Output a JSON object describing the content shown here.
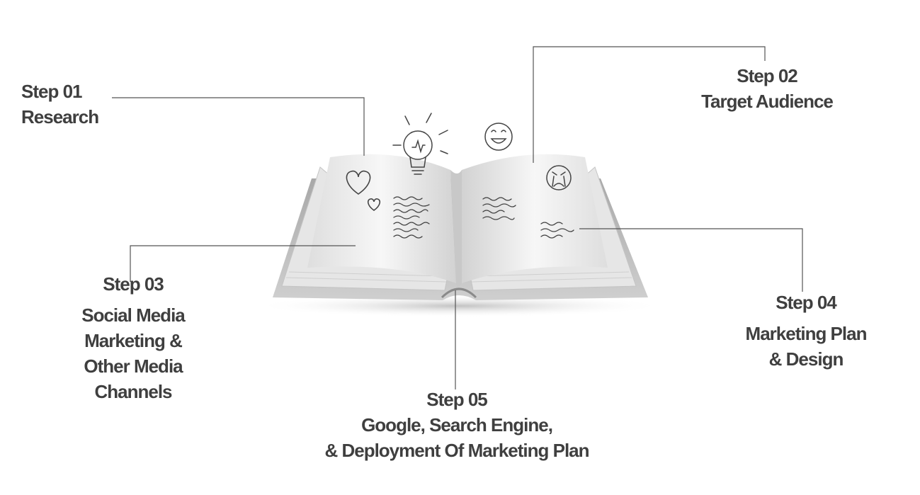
{
  "steps": [
    {
      "title": "Step 01",
      "lines": [
        "Research"
      ]
    },
    {
      "title": "Step 02",
      "lines": [
        "Target Audience"
      ]
    },
    {
      "title": "Step 03",
      "lines": [
        "Social Media",
        "Marketing &",
        "Other Media",
        "Channels"
      ]
    },
    {
      "title": "Step 04",
      "lines": [
        "Marketing Plan",
        "& Design"
      ]
    },
    {
      "title": "Step 05",
      "lines": [
        "Google, Search Engine,",
        "& Deployment Of Marketing Plan"
      ]
    }
  ],
  "icons": [
    "open-book-icon",
    "heart-icon",
    "lightbulb-icon",
    "smiley-face-icon",
    "crying-face-icon"
  ],
  "colors": {
    "text": "#3f3f3f",
    "connector": "#555555",
    "book_cover": "#b9b9b9",
    "page": "#f3f3f3"
  }
}
